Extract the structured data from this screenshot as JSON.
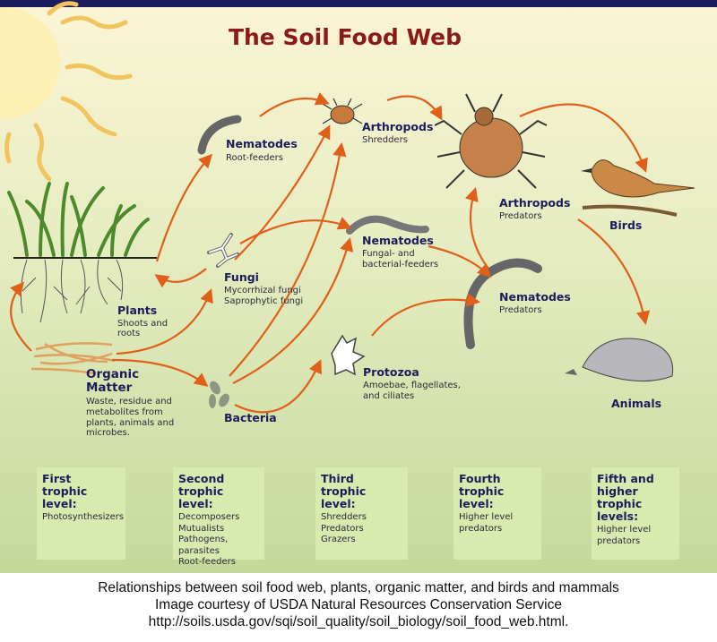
{
  "title": "The Soil Food Web",
  "colors": {
    "title": "#8b1a1a",
    "label": "#1c1c5c",
    "arrow": "#e0601a",
    "background_top": "#fbf5d6",
    "background_bottom": "#c3d99a",
    "box": "#d7ebaf"
  },
  "nodes": {
    "nematodes_root": {
      "name": "Nematodes",
      "desc": [
        "Root-feeders"
      ]
    },
    "arthropods_shredders": {
      "name": "Arthropods",
      "desc": [
        "Shredders"
      ]
    },
    "arthropods_predators": {
      "name": "Arthropods",
      "desc": [
        "Predators"
      ]
    },
    "birds": {
      "name": "Birds"
    },
    "nematodes_fungal": {
      "name": "Nematodes",
      "desc": [
        "Fungal- and",
        "bacterial-feeders"
      ]
    },
    "fungi": {
      "name": "Fungi",
      "desc": [
        "Mycorrhizal fungi",
        "Saprophytic fungi"
      ]
    },
    "plants": {
      "name": "Plants",
      "desc": [
        "Shoots and",
        "roots"
      ]
    },
    "nematodes_predators": {
      "name": "Nematodes",
      "desc": [
        "Predators"
      ]
    },
    "organic_matter": {
      "name": [
        "Organic",
        "Matter"
      ],
      "desc": [
        "Waste, residue and",
        "metabolites from",
        "plants, animals and",
        "microbes."
      ]
    },
    "protozoa": {
      "name": "Protozoa",
      "desc": [
        "Amoebae, flagellates,",
        "and ciliates"
      ]
    },
    "bacteria": {
      "name": "Bacteria"
    },
    "animals": {
      "name": "Animals"
    }
  },
  "trophic_levels": [
    {
      "title": "First trophic level:",
      "items": [
        "Photosynthesizers"
      ]
    },
    {
      "title": "Second trophic level:",
      "items": [
        "Decomposers",
        "Mutualists",
        "Pathogens, parasites",
        "Root-feeders"
      ]
    },
    {
      "title": "Third trophic level:",
      "items": [
        "Shredders",
        "Predators",
        "Grazers"
      ]
    },
    {
      "title": "Fourth trophic level:",
      "items": [
        "Higher level predators"
      ]
    },
    {
      "title": "Fifth and higher trophic levels:",
      "items": [
        "Higher level predators"
      ]
    }
  ],
  "caption": [
    "Relationships between soil food web, plants, organic matter, and birds and mammals",
    "Image courtesy of  USDA Natural Resources Conservation Service",
    "http://soils.usda.gov/sqi/soil_quality/soil_biology/soil_food_web.html."
  ]
}
